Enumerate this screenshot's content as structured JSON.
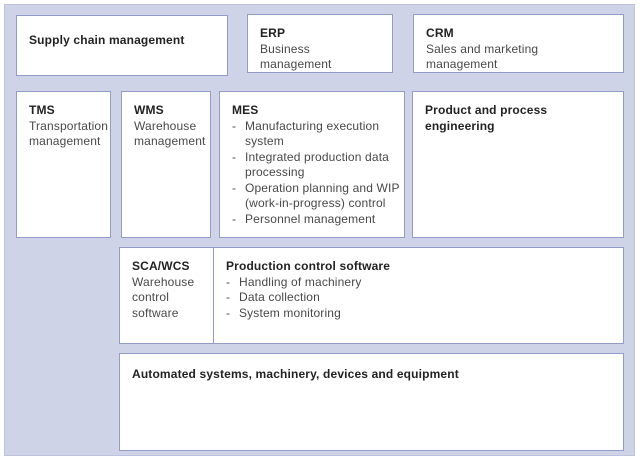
{
  "colors": {
    "panel_background": "#ced3e8",
    "box_background": "#ffffff",
    "box_border": "#929cc7",
    "title_text": "#222222",
    "body_text": "#484848"
  },
  "boxes": {
    "scm": {
      "title": "Supply chain management"
    },
    "erp": {
      "title": "ERP",
      "subtitle": "Business management"
    },
    "crm": {
      "title": "CRM",
      "subtitle": "Sales and marketing management"
    },
    "tms": {
      "title": "TMS",
      "subtitle": "Transportation management"
    },
    "wms": {
      "title": "WMS",
      "subtitle": "Warehouse management"
    },
    "mes": {
      "title": "MES",
      "bullets": [
        "Manufacturing execution system",
        "Integrated production data processing",
        "Operation planning and WIP (work-in-progress) control",
        "Personnel management"
      ]
    },
    "ppe": {
      "title": "Product and process engineering"
    },
    "sca_wcs": {
      "title": "SCA/WCS",
      "subtitle": "Warehouse control software"
    },
    "pcs": {
      "title": "Production control software",
      "bullets": [
        "Handling of machinery",
        "Data collection",
        "System monitoring"
      ]
    },
    "automated": {
      "title": "Automated systems, machinery, devices and equipment"
    }
  }
}
